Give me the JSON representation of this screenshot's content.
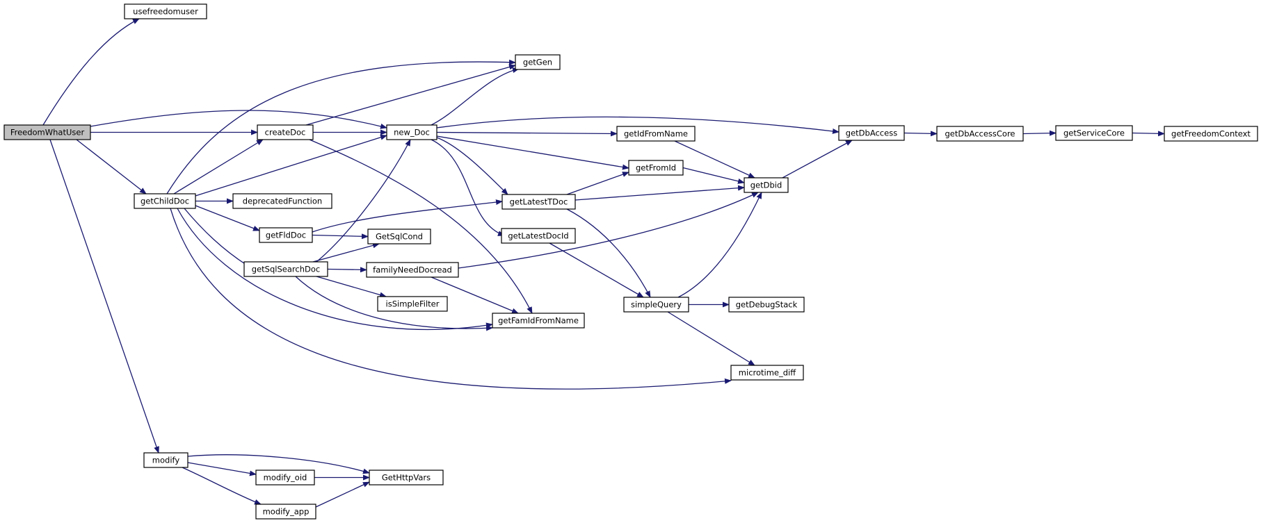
{
  "colors": {
    "edge": "#191970",
    "node_fill": "#ffffff",
    "root_fill": "#bfbfbf",
    "node_border": "#000000"
  },
  "nodes": {
    "FreedomWhatUser": "FreedomWhatUser",
    "usefreedomuser": "usefreedomuser",
    "getGen": "getGen",
    "createDoc": "createDoc",
    "new_Doc": "new_Doc",
    "getIdFromName": "getIdFromName",
    "getDbAccess": "getDbAccess",
    "getDbAccessCore": "getDbAccessCore",
    "getServiceCore": "getServiceCore",
    "getFreedomContext": "getFreedomContext",
    "getChildDoc": "getChildDoc",
    "deprecatedFunction": "deprecatedFunction",
    "getFromId": "getFromId",
    "getDbid": "getDbid",
    "getLatestTDoc": "getLatestTDoc",
    "getFldDoc": "getFldDoc",
    "GetSqlCond": "GetSqlCond",
    "getLatestDocId": "getLatestDocId",
    "getSqlSearchDoc": "getSqlSearchDoc",
    "familyNeedDocread": "familyNeedDocread",
    "isSimpleFilter": "isSimpleFilter",
    "simpleQuery": "simpleQuery",
    "getDebugStack": "getDebugStack",
    "getFamIdFromName": "getFamIdFromName",
    "microtime_diff": "microtime_diff",
    "modify": "modify",
    "modify_oid": "modify_oid",
    "GetHttpVars": "GetHttpVars",
    "modify_app": "modify_app"
  },
  "root": "FreedomWhatUser",
  "edges": [
    [
      "FreedomWhatUser",
      "usefreedomuser"
    ],
    [
      "FreedomWhatUser",
      "new_Doc"
    ],
    [
      "FreedomWhatUser",
      "createDoc"
    ],
    [
      "FreedomWhatUser",
      "getChildDoc"
    ],
    [
      "FreedomWhatUser",
      "modify"
    ],
    [
      "createDoc",
      "getGen"
    ],
    [
      "createDoc",
      "new_Doc"
    ],
    [
      "createDoc",
      "getFamIdFromName"
    ],
    [
      "new_Doc",
      "getGen"
    ],
    [
      "new_Doc",
      "getDbAccess"
    ],
    [
      "new_Doc",
      "getIdFromName"
    ],
    [
      "new_Doc",
      "getFromId"
    ],
    [
      "new_Doc",
      "getLatestTDoc"
    ],
    [
      "new_Doc",
      "getLatestDocId"
    ],
    [
      "getChildDoc",
      "getGen"
    ],
    [
      "getChildDoc",
      "createDoc"
    ],
    [
      "getChildDoc",
      "new_Doc"
    ],
    [
      "getChildDoc",
      "deprecatedFunction"
    ],
    [
      "getChildDoc",
      "getFldDoc"
    ],
    [
      "getChildDoc",
      "getSqlSearchDoc"
    ],
    [
      "getChildDoc",
      "getFamIdFromName"
    ],
    [
      "getChildDoc",
      "microtime_diff"
    ],
    [
      "getIdFromName",
      "getDbid"
    ],
    [
      "getDbAccess",
      "getDbAccessCore"
    ],
    [
      "getDbAccessCore",
      "getServiceCore"
    ],
    [
      "getServiceCore",
      "getFreedomContext"
    ],
    [
      "getFromId",
      "getDbid"
    ],
    [
      "getDbid",
      "getDbAccess"
    ],
    [
      "getLatestTDoc",
      "getFromId"
    ],
    [
      "getLatestTDoc",
      "getDbid"
    ],
    [
      "getLatestTDoc",
      "simpleQuery"
    ],
    [
      "getFldDoc",
      "getLatestTDoc"
    ],
    [
      "getFldDoc",
      "GetSqlCond"
    ],
    [
      "getLatestDocId",
      "simpleQuery"
    ],
    [
      "getSqlSearchDoc",
      "new_Doc"
    ],
    [
      "getSqlSearchDoc",
      "GetSqlCond"
    ],
    [
      "getSqlSearchDoc",
      "familyNeedDocread"
    ],
    [
      "getSqlSearchDoc",
      "isSimpleFilter"
    ],
    [
      "getSqlSearchDoc",
      "getFamIdFromName"
    ],
    [
      "familyNeedDocread",
      "getDbid"
    ],
    [
      "familyNeedDocread",
      "getFamIdFromName"
    ],
    [
      "simpleQuery",
      "getDbid"
    ],
    [
      "simpleQuery",
      "getDebugStack"
    ],
    [
      "simpleQuery",
      "microtime_diff"
    ],
    [
      "modify",
      "GetHttpVars"
    ],
    [
      "modify",
      "modify_oid"
    ],
    [
      "modify",
      "modify_app"
    ],
    [
      "modify_oid",
      "GetHttpVars"
    ],
    [
      "modify_app",
      "GetHttpVars"
    ]
  ]
}
